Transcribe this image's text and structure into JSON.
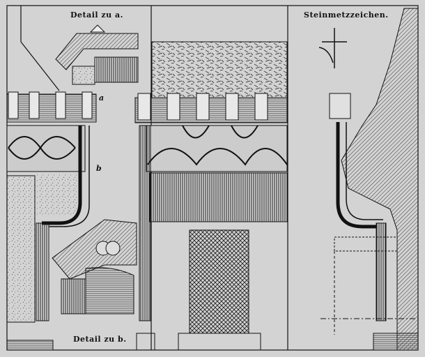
{
  "labels": {
    "detail_a": "Detail zu a.",
    "detail_b": "Detail zu b.",
    "mason_marks": "Steinmetzzeichen.",
    "mark_a": "a",
    "mark_b": "b"
  },
  "colors": {
    "paper": "#d3d3d3",
    "ink": "#111111"
  }
}
